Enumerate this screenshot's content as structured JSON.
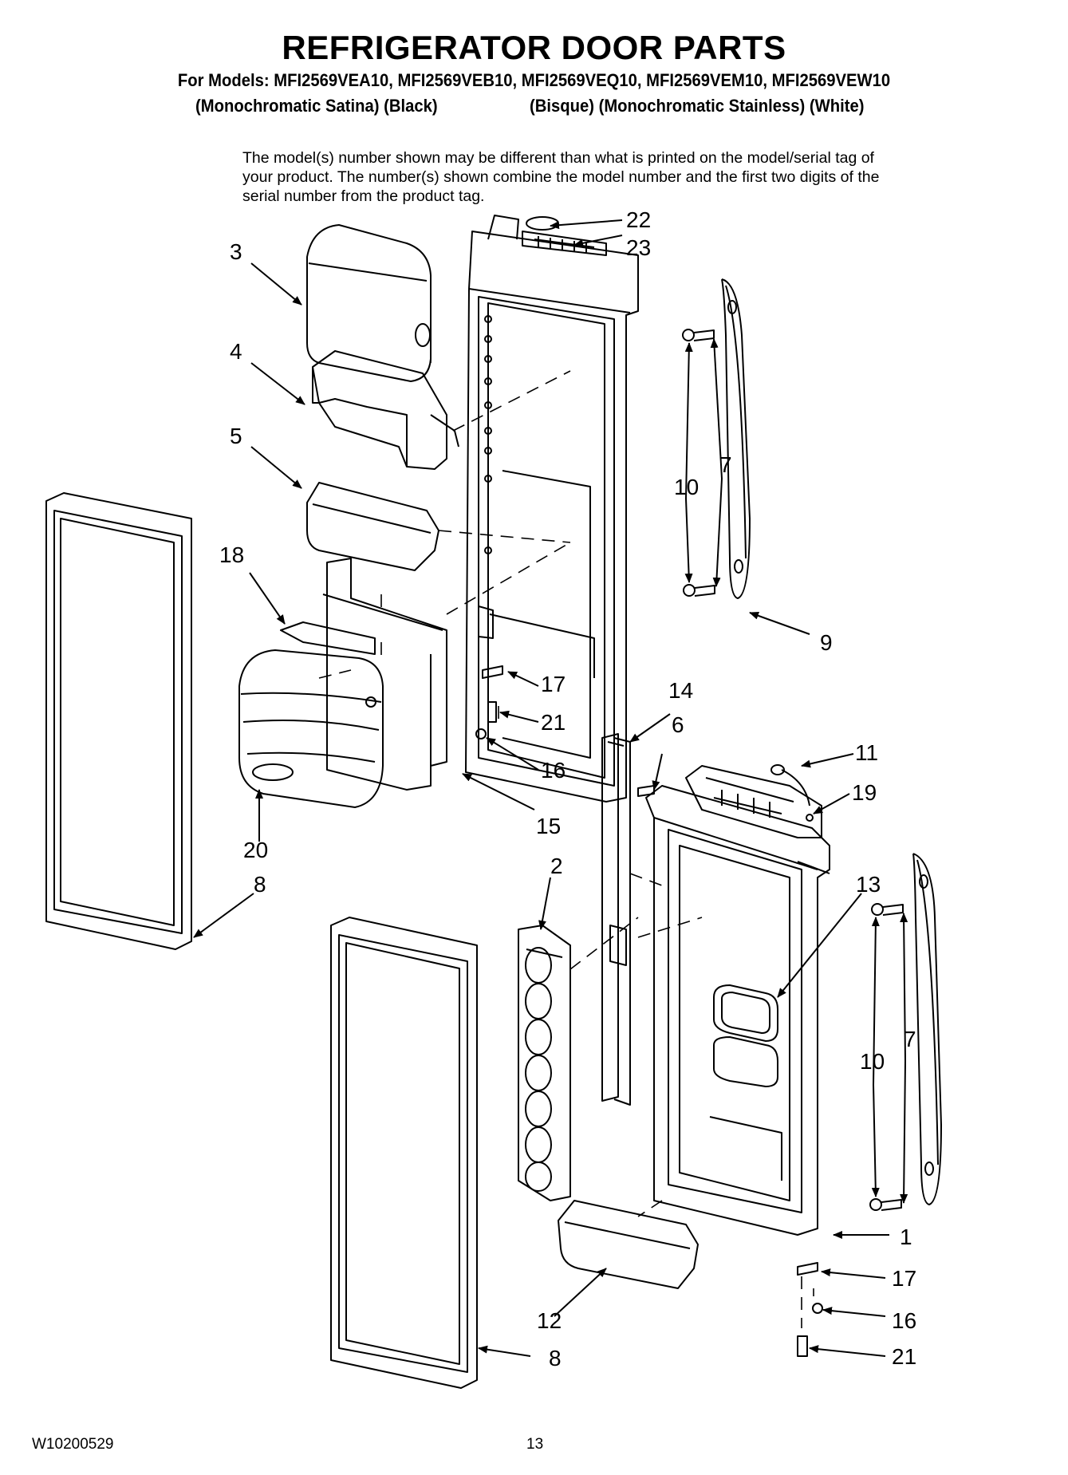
{
  "header": {
    "title": "REFRIGERATOR DOOR PARTS",
    "models_line": "For Models: MFI2569VEA10, MFI2569VEB10, MFI2569VEQ10, MFI2569VEM10, MFI2569VEW10",
    "color_left": "(Monochromatic Satina)  (Black)",
    "color_right": "(Bisque) (Monochromatic Stainless) (White)"
  },
  "note": "The model(s) number shown may be different than what is printed on the model/serial tag of your product. The number(s) shown combine the model number and the first two digits of the serial number from the product tag.",
  "footer": {
    "doc_number": "W10200529",
    "page_number": "13"
  },
  "callouts": {
    "c1": "1",
    "c2": "2",
    "c3": "3",
    "c4": "4",
    "c5": "5",
    "c6": "6",
    "c7a": "7",
    "c7b": "7",
    "c8a": "8",
    "c8b": "8",
    "c9": "9",
    "c10a": "10",
    "c10b": "10",
    "c11": "11",
    "c12": "12",
    "c13": "13",
    "c14": "14",
    "c15": "15",
    "c16a": "16",
    "c16b": "16",
    "c17a": "17",
    "c17b": "17",
    "c18": "18",
    "c19": "19",
    "c20": "20",
    "c21a": "21",
    "c21b": "21",
    "c22": "22",
    "c23": "23"
  }
}
